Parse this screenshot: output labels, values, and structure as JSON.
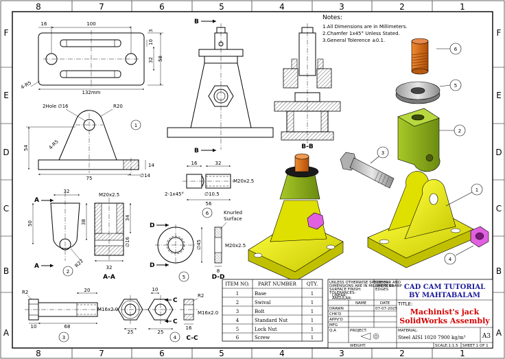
{
  "zones": {
    "columns": [
      "8",
      "7",
      "6",
      "5",
      "4",
      "3",
      "2",
      "1"
    ],
    "rows": [
      "F",
      "E",
      "D",
      "C",
      "B",
      "A"
    ]
  },
  "notes": {
    "heading": "Notes:",
    "items": [
      "1.All Dimensions are in Millimeters.",
      "2.Chamfer 1x45° Unless Stated.",
      "3.General Tolerence ±0.1."
    ]
  },
  "base_views": {
    "dim_width_top": "100",
    "dim_offset_top": "16",
    "dim_3": "3",
    "dim_10": "10",
    "dim_32": "32",
    "dim_58": "58",
    "dim_overall": "132mm",
    "dim_r5_top": "4-R5",
    "hole_callout": "2Hole ∅16",
    "dim_r20": "R20",
    "dim_r5_front": "4-R5",
    "dim_54": "54",
    "dim_75": "75",
    "dim_14": "14",
    "dim_dia14": "∅14",
    "balloon": "1"
  },
  "section_bb": {
    "cut_label": "B",
    "section_title": "B-B"
  },
  "swivel_views": {
    "dim_32": "32",
    "dim_50": "50",
    "thread": "M20x2.5",
    "dim_38": "38",
    "dim_34": "34",
    "dim_dia16": "∅16",
    "dim_r22": "R22",
    "dim_32_bottom": "32",
    "cut_label": "A",
    "section_title": "A-A",
    "balloon": "2"
  },
  "screw_view": {
    "dim_16": "16",
    "dim_32": "32",
    "thread": "M20x2.5",
    "chamfer": "2-1x45°",
    "dim_dia105": "∅10.5",
    "dim_56": "56",
    "balloon": "6"
  },
  "lock_nut_view": {
    "knurl_note_1": "Knurled",
    "knurl_note_2": "Surface",
    "cut_label": "D",
    "dim_dia45": "∅45",
    "thread": "M20x2.5",
    "dim_8": "8",
    "section_title": "D-D",
    "balloon": "5"
  },
  "bolt_view": {
    "dim_r2": "R2",
    "dim_20": "20",
    "thread": "M16x2.0",
    "dim_10": "10",
    "dim_68": "68",
    "balloon": "3"
  },
  "nut_view": {
    "dim_10": "10",
    "dim_25a": "25",
    "dim_25b": "25",
    "thread": "M16x2.0",
    "dim_r2": "R2",
    "dim_16": "16",
    "cut_label": "C",
    "section_title": "C-C",
    "balloon": "4"
  },
  "iso_balloons": [
    "1",
    "2",
    "3",
    "4",
    "5",
    "6"
  ],
  "bom": {
    "headers": [
      "ITEM NO.",
      "PART NUMBER",
      "QTY."
    ],
    "rows": [
      [
        "1",
        "Base",
        "1"
      ],
      [
        "2",
        "Swival",
        "1"
      ],
      [
        "3",
        "Bolt",
        "1"
      ],
      [
        "4",
        "Standard Nut",
        "1"
      ],
      [
        "5",
        "Lock Nut",
        "1"
      ],
      [
        "6",
        "Screw",
        "1"
      ]
    ]
  },
  "title_block": {
    "spec_text": [
      "UNLESS OTHERWISE SPECIFIED:",
      "DIMENSIONS ARE IN MILLIMETERS",
      "SURFACE FINISH:",
      "TOLERANCES:",
      "LINEAR:",
      "ANGULAR:"
    ],
    "finish_text": [
      "DEBURR AND",
      "BREAK SHARP",
      "EDGES"
    ],
    "name_label": "NAME",
    "date_label": "DATE",
    "row_labels": [
      "DRAWN",
      "CHK'D",
      "APPV'D",
      "MFG",
      "Q.A"
    ],
    "date_value": "07-07-2025",
    "company_line1": "CAD CAM TUTORIAL",
    "company_line2": "BY MAHTABALAM",
    "title_label": "TITLE:",
    "title_line1": "Machinist's jack",
    "title_line2": "SolidWorks Assembly",
    "project_label": "PROJECT:",
    "material_label": "MATERIAL:",
    "material_value": "Steel AISI 1020 7900 kg/m³",
    "size": "A3",
    "weight_label": "WEIGHT:",
    "scale": "SCALE:1:1.5",
    "sheet": "SHEET 1 OF 1"
  },
  "colors": {
    "base_yellow": "#e8e800",
    "swivel_green": "#8cac16",
    "screw_orange": "#d86a12",
    "washer_gray": "#c8c8c8",
    "nut_magenta": "#e060e0",
    "title_red": "#d40000",
    "title_blue": "#1a1a9a"
  }
}
